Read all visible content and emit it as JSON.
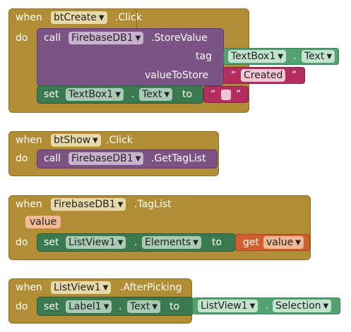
{
  "blocks": {
    "b1": {
      "when": "when",
      "component": "btCreate",
      "event": ".Click",
      "do": "do",
      "call": "call",
      "db": "FirebaseDB1",
      "method": ".StoreValue",
      "tag_label": "tag",
      "value_label": "valueToStore",
      "tag_component": "TextBox1",
      "tag_dot": ".",
      "tag_prop": "Text",
      "quote_open": "“",
      "quote_close": "”",
      "store_text": "Created",
      "set": "set",
      "set_component": "TextBox1",
      "set_dot": ".",
      "set_prop": "Text",
      "to": "to",
      "empty_quote_open": "“",
      "empty_quote_close": "”"
    },
    "b2": {
      "when": "when",
      "component": "btShow",
      "event": ".Click",
      "do": "do",
      "call": "call",
      "db": "FirebaseDB1",
      "method": ".GetTagList"
    },
    "b3": {
      "when": "when",
      "component": "FirebaseDB1",
      "event": ".TagList",
      "param": "value",
      "do": "do",
      "set": "set",
      "set_component": "ListView1",
      "set_dot": ".",
      "set_prop": "Elements",
      "to": "to",
      "get": "get",
      "get_var": "value"
    },
    "b4": {
      "when": "when",
      "component": "ListView1",
      "event": ".AfterPicking",
      "do": "do",
      "set": "set",
      "set_component": "Label1",
      "set_dot": ".",
      "set_prop": "Text",
      "to": "to",
      "src_component": "ListView1",
      "src_dot": ".",
      "src_prop": "Selection"
    }
  },
  "dropdown_arrow": "▼",
  "colors": {
    "event": "#B18E35",
    "procedure": "#7C5385",
    "setter": "#3B7A4E",
    "getter": "#53A370",
    "text": "#B32D5E",
    "variable": "#D05F2D"
  }
}
